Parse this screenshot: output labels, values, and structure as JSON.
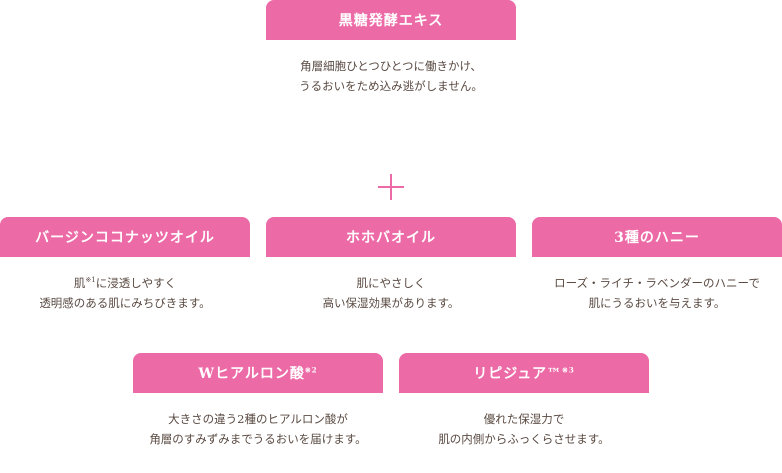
{
  "colors": {
    "accent": "#ec6aa6",
    "text": "#5a4a42"
  },
  "plus_icon": "plus-icon",
  "items": [
    {
      "title": "黒糖発酵エキス",
      "sup": "",
      "line1": "角層細胞ひとつひとつに働きかけ、",
      "line2": "うるおいをため込み逃がしません。"
    },
    {
      "title": "バージンココナッツオイル",
      "sup": "",
      "line1_pre": "肌",
      "line1_sup": "※1",
      "line1_post": "に浸透しやすく",
      "line2": "透明感のある肌にみちびきます。"
    },
    {
      "title": "ホホバオイル",
      "sup": "",
      "line1": "肌にやさしく",
      "line2": "高い保湿効果があります。"
    },
    {
      "title": "3種のハニー",
      "sup": "",
      "line1": "ローズ・ライチ・ラベンダーのハニーで",
      "line2": "肌にうるおいを与えます。"
    },
    {
      "title": "Wヒアルロン酸",
      "sup": "※2",
      "line1": "大きさの違う2種のヒアルロン酸が",
      "line2": "角層のすみずみまでうるおいを届けます。"
    },
    {
      "title": "リピジュア™",
      "sup": "※3",
      "line1": "優れた保湿力で",
      "line2": "肌の内側からふっくらさせます。"
    }
  ]
}
